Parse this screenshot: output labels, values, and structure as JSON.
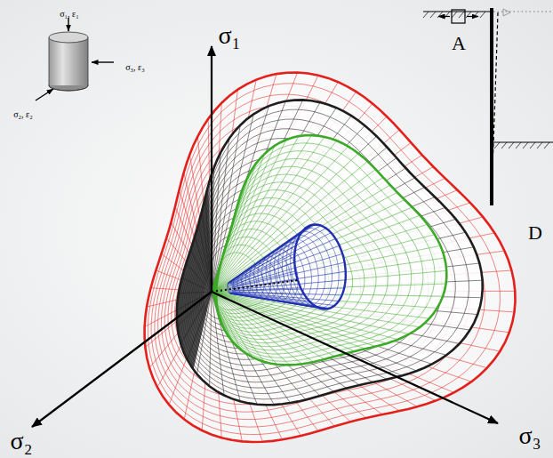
{
  "diagram": {
    "labels": [
      "σ₁",
      "σ₂",
      "σ₃",
      "σ₁, ε₁",
      "σ₂, ε₂",
      "σ₃, ε₃",
      "A",
      "D"
    ]
  }
}
